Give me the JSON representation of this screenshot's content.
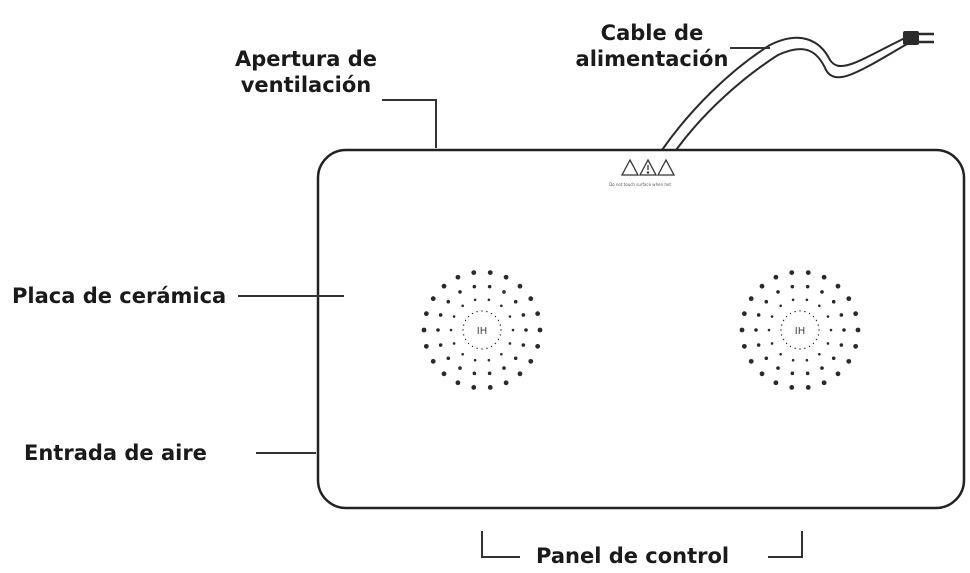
{
  "labels": {
    "vent": {
      "line1": "Apertura de",
      "line2": "ventilación"
    },
    "cable": {
      "line1": "Cable de",
      "line2": "alimentación"
    },
    "plate": "Placa de cerámica",
    "air_inlet": "Entrada de aire",
    "control_panel": "Panel de control"
  },
  "cooktop": {
    "zones": [
      {
        "mark": "IH"
      },
      {
        "mark": "IH"
      }
    ],
    "warning_text": "Do not touch surface when hot"
  }
}
